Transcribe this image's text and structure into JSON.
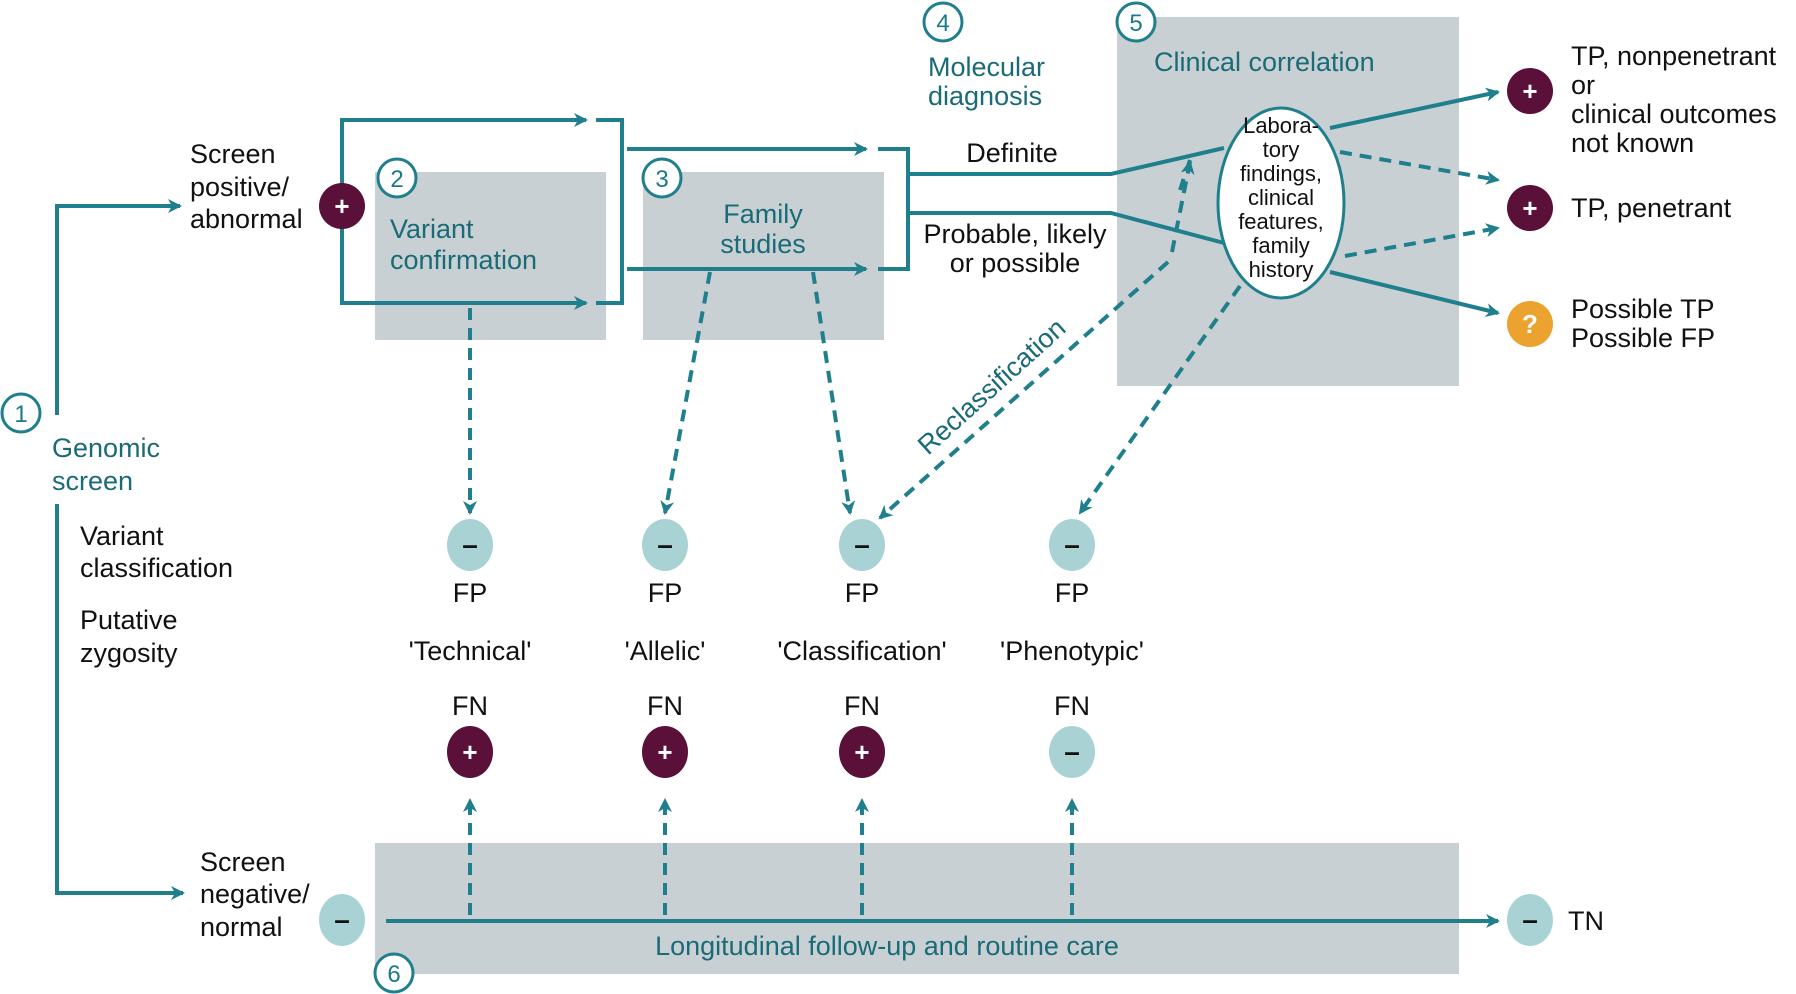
{
  "colors": {
    "teal": "#1f7f8d",
    "dark_teal_text": "#1a6b78",
    "box_gray": "#c9d0d3",
    "positive": "#5a1038",
    "negative": "#a9d2d4",
    "uncertain": "#eba22e"
  },
  "steps": [
    {
      "number": "1",
      "label": [
        "Genomic",
        "screen"
      ]
    },
    {
      "number": "2",
      "label": [
        "Variant",
        "confirmation"
      ]
    },
    {
      "number": "3",
      "label": [
        "Family",
        "studies"
      ]
    },
    {
      "number": "4",
      "label": [
        "Molecular",
        "diagnosis"
      ]
    },
    {
      "number": "5",
      "label": [
        "Clinical correlation"
      ]
    },
    {
      "number": "6",
      "label": [
        "Longitudinal follow-up and routine care"
      ]
    }
  ],
  "screen": {
    "positive": [
      "Screen",
      "positive/",
      "abnormal"
    ],
    "negative": [
      "Screen",
      "negative/",
      "normal"
    ],
    "notes": [
      [
        "Variant",
        "classification"
      ],
      [
        "Putative",
        "zygosity"
      ]
    ]
  },
  "diagnosis": {
    "definite": "Definite",
    "probable": [
      "Probable, likely",
      "or possible"
    ]
  },
  "ellipse": [
    "Labora-",
    "tory",
    "findings,",
    "clinical",
    "features,",
    "family",
    "history"
  ],
  "reclassification": "Reclassification",
  "outcomes": [
    {
      "sign": "+",
      "type": "positive",
      "label": [
        "TP, nonpenetrant",
        "or",
        "clinical outcomes",
        "not known"
      ]
    },
    {
      "sign": "+",
      "type": "positive",
      "label": [
        "TP, penetrant"
      ]
    },
    {
      "sign": "?",
      "type": "uncertain",
      "label": [
        "Possible TP",
        "Possible FP"
      ]
    }
  ],
  "error_types": [
    {
      "fp_sign": "–",
      "fp": "FP",
      "name": "'Technical'",
      "fn": "FN",
      "fn_sign": "+",
      "fn_type": "positive"
    },
    {
      "fp_sign": "–",
      "fp": "FP",
      "name": "'Allelic'",
      "fn": "FN",
      "fn_sign": "+",
      "fn_type": "positive"
    },
    {
      "fp_sign": "–",
      "fp": "FP",
      "name": "'Classification'",
      "fn": "FN",
      "fn_sign": "+",
      "fn_type": "positive"
    },
    {
      "fp_sign": "–",
      "fp": "FP",
      "name": "'Phenotypic'",
      "fn": "FN",
      "fn_sign": "–",
      "fn_type": "negative"
    }
  ],
  "screen_positive_sign": "+",
  "screen_negative_sign": "–",
  "tn": {
    "sign": "–",
    "label": "TN"
  }
}
